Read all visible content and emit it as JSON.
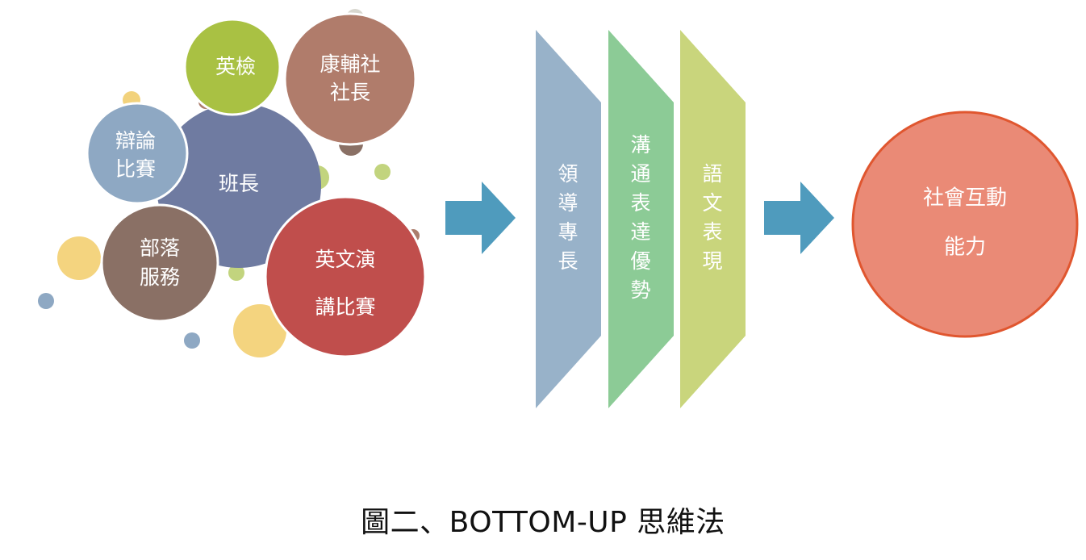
{
  "diagram": {
    "inputs": {
      "class_leader": "班長",
      "english_test": "英檢",
      "club_leader": [
        "康輔社",
        "社長"
      ],
      "debate": [
        "辯論",
        "比賽"
      ],
      "tribal_service": [
        "部落",
        "服務"
      ],
      "english_speech": [
        "英文演",
        "講比賽"
      ]
    },
    "stages": [
      {
        "label": "領導專長",
        "color": "#98b2c9"
      },
      {
        "label": "溝通表達優勢",
        "color": "#8ccb96"
      },
      {
        "label": "語文表現",
        "color": "#c9d57c"
      }
    ],
    "result": [
      "社會互動",
      "能力"
    ],
    "colors": {
      "class_leader": "#6f7ba1",
      "english_test": "#a9c143",
      "club_leader": "#b07c6b",
      "debate": "#8ea8c3",
      "tribal_service": "#8a7065",
      "english_speech": "#c04e4c",
      "arrow": "#4f9bbd",
      "result_fill": "#ea8a76",
      "result_stroke": "#e0562f"
    }
  },
  "caption": "圖二、BOTTOM-UP 思維法"
}
